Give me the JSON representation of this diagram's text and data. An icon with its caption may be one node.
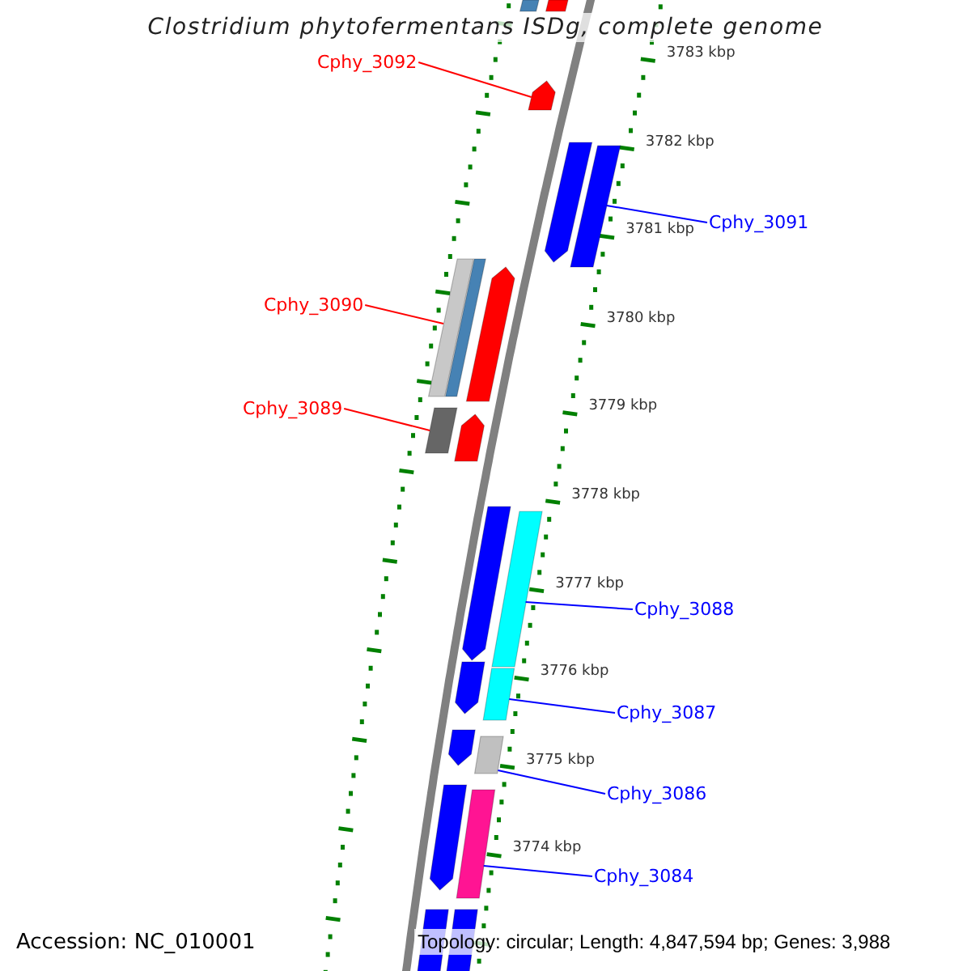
{
  "diagram": {
    "title": "Clostridium phytofermentans ISDg, complete genome",
    "nodes": [
      {
        "text": [
          "Cphy_3092"
        ]
      },
      {
        "text": [],
        "shape": "bar"
      },
      {
        "text": [
          "Cphy_3091"
        ]
      },
      {
        "text": [],
        "shape": "bar"
      },
      {
        "text": [
          "Cphy_3090"
        ]
      },
      {
        "text": [],
        "shape": "bar"
      },
      {
        "text": [
          "Cphy_3089"
        ]
      },
      {
        "text": [],
        "shape": "bar"
      },
      {
        "text": [
          "Cphy_3088"
        ]
      },
      {
        "text": [],
        "shape": "bar"
      },
      {
        "text": [
          "Cphy_3087"
        ]
      },
      {
        "text": [],
        "shape": "bar"
      },
      {
        "text": [
          "Cphy_3086"
        ]
      },
      {
        "text": [],
        "shape": "bar"
      },
      {
        "text": [
          "Cphy_3084"
        ]
      },
      {
        "text": [],
        "shape": "bar"
      },
      {
        "text": [],
        "shape": "bar"
      },
      {
        "text": [],
        "shape": "bar"
      },
      {
        "text": [],
        "shape": "bar"
      },
      {
        "text": [],
        "shape": "bar"
      },
      {
        "text": [],
        "shape": "bar"
      },
      {
        "text": [],
        "shape": "bar"
      },
      {
        "text": [],
        "shape": "bar"
      },
      {
        "text": [],
        "shape": "bar"
      },
      {
        "text": [],
        "shape": "bar"
      },
      {
        "text": [],
        "shape": "bar"
      },
      {
        "text": [],
        "shape": "bar"
      },
      {
        "text": [],
        "shape": "bar"
      }
    ],
    "edges": [
      {
        "from": 0,
        "to": 1,
        "arrow": "none",
        "color": "#ff0000"
      },
      {
        "from": 2,
        "to": 3,
        "arrow": "none",
        "color": "#0000ff"
      },
      {
        "from": 4,
        "to": 5,
        "arrow": "none",
        "color": "#ff0000"
      },
      {
        "from": 6,
        "to": 7,
        "arrow": "none",
        "color": "#ff0000"
      },
      {
        "from": 8,
        "to": 9,
        "arrow": "none",
        "color": "#0000ff"
      },
      {
        "from": 10,
        "to": 11,
        "arrow": "none",
        "color": "#0000ff"
      },
      {
        "from": 12,
        "to": 13,
        "arrow": "none",
        "color": "#0000ff"
      },
      {
        "from": 14,
        "to": 15,
        "arrow": "none",
        "color": "#0000ff"
      }
    ],
    "labels": [
      "3783 kbp",
      "3782 kbp",
      "3781 kbp",
      "3780 kbp",
      "3779 kbp",
      "3778 kbp",
      "3777 kbp",
      "3776 kbp",
      "3775 kbp",
      "3774 kbp",
      "Accession: NC_010001",
      "Topology: circular; Length: 4,847,594 bp; Genes: 3,988"
    ]
  }
}
